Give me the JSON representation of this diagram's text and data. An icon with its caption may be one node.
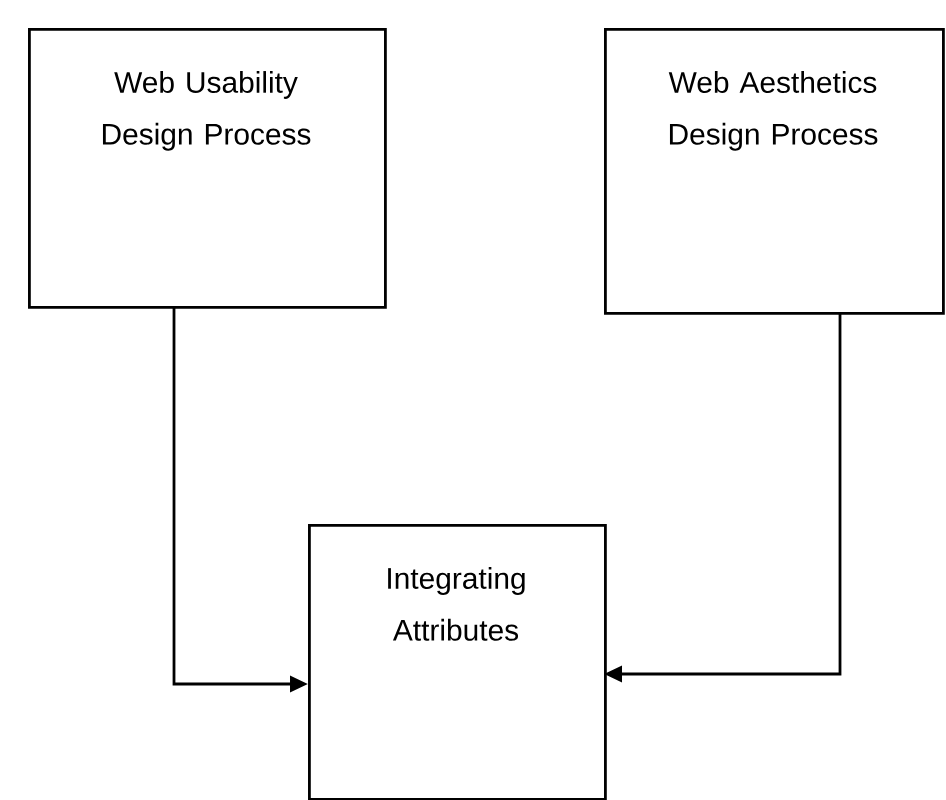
{
  "diagram": {
    "nodes": [
      {
        "text": [
          "Web Usability Design Process"
        ]
      },
      {
        "text": [
          "Web Aesthetics Design Process"
        ]
      },
      {
        "text": [
          "Integrating Attributes"
        ]
      }
    ],
    "edges": [
      {
        "from": 0,
        "to": 2,
        "arrow": "to"
      },
      {
        "from": 1,
        "to": 2,
        "arrow": "to"
      }
    ]
  }
}
